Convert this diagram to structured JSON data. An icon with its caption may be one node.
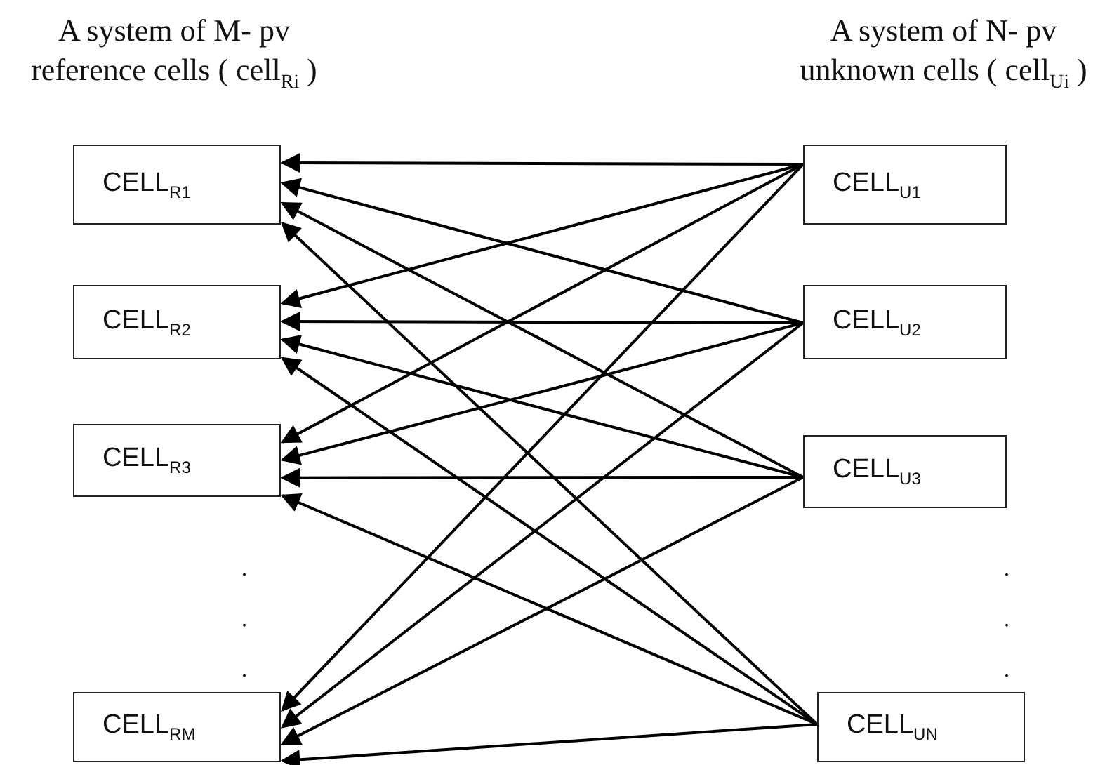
{
  "diagram": {
    "nodes": [
      {
        "text": [
          "CELL$_{R1}$"
        ]
      },
      {
        "text": [
          "CELL$_{R2}$"
        ]
      },
      {
        "text": [
          "CELL$_{R3}$"
        ]
      },
      {
        "text": [
          "CELL$_{RM}$"
        ]
      },
      {
        "text": [
          "CELL$_{U1}$"
        ]
      },
      {
        "text": [
          "CELL$_{U2}$"
        ]
      },
      {
        "text": [
          "CELL$_{U3}$"
        ]
      },
      {
        "text": [
          "CELL$_{UN}$"
        ]
      }
    ],
    "edges": [
      {
        "from": 4,
        "to": 0,
        "arrow": "to"
      },
      {
        "from": 4,
        "to": 1,
        "arrow": "to"
      },
      {
        "from": 4,
        "to": 2,
        "arrow": "to"
      },
      {
        "from": 4,
        "to": 3,
        "arrow": "to"
      },
      {
        "from": 5,
        "to": 0,
        "arrow": "to"
      },
      {
        "from": 5,
        "to": 1,
        "arrow": "to"
      },
      {
        "from": 5,
        "to": 2,
        "arrow": "to"
      },
      {
        "from": 5,
        "to": 3,
        "arrow": "to"
      },
      {
        "from": 6,
        "to": 0,
        "arrow": "to"
      },
      {
        "from": 6,
        "to": 1,
        "arrow": "to"
      },
      {
        "from": 6,
        "to": 2,
        "arrow": "to"
      },
      {
        "from": 6,
        "to": 3,
        "arrow": "to"
      },
      {
        "from": 7,
        "to": 0,
        "arrow": "to"
      },
      {
        "from": 7,
        "to": 1,
        "arrow": "to"
      },
      {
        "from": 7,
        "to": 2,
        "arrow": "to"
      },
      {
        "from": 7,
        "to": 3,
        "arrow": "to"
      }
    ],
    "labels": [
      "A system of M- pv reference cells ( cell$_{Ri}$ )",
      "A system of N- pv unknown cells ( cell$_{Ui}$ )",
      ".",
      ".",
      ".",
      ".",
      ".",
      "."
    ]
  }
}
